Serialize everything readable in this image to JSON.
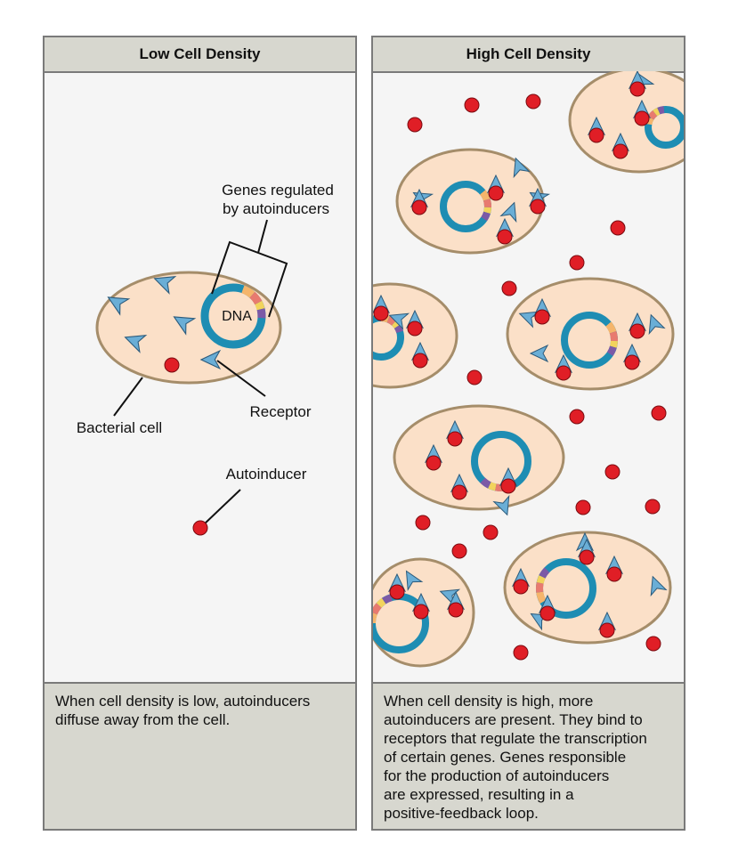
{
  "panels": {
    "low": {
      "title": "Low Cell Density",
      "caption": "When cell density is low, autoinducers\ndiffuse away from the cell."
    },
    "high": {
      "title": "High Cell Density",
      "caption": "When cell density is high, more\nautoinducers are present. They bind to\nreceptors that regulate the transcription\nof certain genes. Genes responsible\nfor the production of autoinducers\nare expressed, resulting in a\npositive-feedback loop."
    }
  },
  "labels": {
    "genes_line1": "Genes regulated",
    "genes_line2": "by autoinducers",
    "dna": "DNA",
    "receptor": "Receptor",
    "bacterial_cell": "Bacterial cell",
    "autoinducer": "Autoinducer"
  },
  "colors": {
    "cell_fill": "#fbe0c8",
    "cell_stroke": "#a58d6a",
    "dna_ring": "#1e8db3",
    "receptor": "#6aaed6",
    "autoinducer": "#e01e26",
    "gene_orange": "#f5b56b",
    "gene_red": "#e87a6f",
    "gene_yellow": "#f2d35c",
    "gene_purple": "#7c5aa6",
    "header_bg": "#d7d7cf"
  }
}
